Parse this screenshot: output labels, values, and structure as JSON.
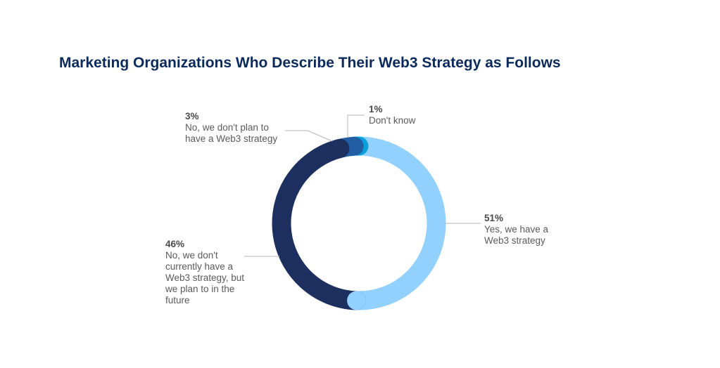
{
  "chart_data": {
    "type": "pie",
    "style": "donut",
    "title": "Marketing Organizations Who Describe Their Web3 Strategy as Follows",
    "slices": [
      {
        "label": "Yes, we have a Web3 strategy",
        "pct_label": "51%",
        "value": 51,
        "color": "#92d0fd"
      },
      {
        "label": "No, we don't currently have a Web3 strategy, but we plan to in the future",
        "pct_label": "46%",
        "value": 46,
        "color": "#1d2f5f"
      },
      {
        "label": "No, we don't plan to have a Web3 strategy",
        "pct_label": "3%",
        "value": 3,
        "color": "#215ea3"
      },
      {
        "label": "Don't know",
        "pct_label": "1%",
        "value": 1,
        "color": "#0b9fdb"
      }
    ]
  }
}
